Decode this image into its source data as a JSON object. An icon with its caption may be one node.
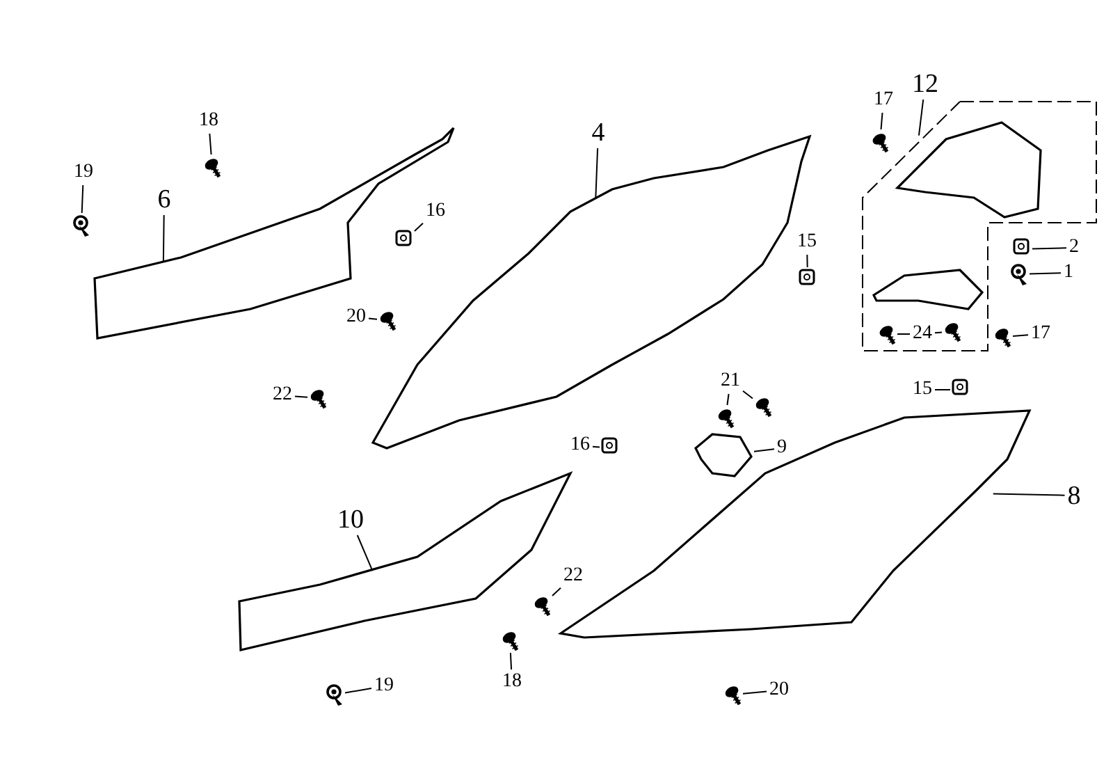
{
  "diagram": {
    "nodes": [
      {
        "text": [
          "12"
        ]
      },
      {
        "text": [
          "17"
        ]
      },
      {
        "text": [
          "18"
        ]
      },
      {
        "text": [
          "4"
        ]
      },
      {
        "text": [
          "19"
        ]
      },
      {
        "text": [
          "6"
        ]
      },
      {
        "text": [
          "16"
        ]
      },
      {
        "text": [
          "2"
        ]
      },
      {
        "text": [
          "15"
        ]
      },
      {
        "text": [
          "1"
        ]
      },
      {
        "text": [
          "20"
        ]
      },
      {
        "text": [
          "24"
        ],
        "in": 24
      },
      {
        "text": [
          "17"
        ]
      },
      {
        "text": [
          "22"
        ]
      },
      {
        "text": [
          "15"
        ]
      },
      {
        "text": [
          "21"
        ]
      },
      {
        "text": [
          "16"
        ]
      },
      {
        "text": [
          "9"
        ]
      },
      {
        "text": [
          "8"
        ]
      },
      {
        "text": [
          "10"
        ]
      },
      {
        "text": [
          "22"
        ]
      },
      {
        "text": [
          "18"
        ]
      },
      {
        "text": [
          "19"
        ]
      },
      {
        "text": [
          "20"
        ]
      },
      {
        "text": [],
        "shape": "box"
      },
      {
        "text": [],
        "shape": "picture",
        "in": 24
      },
      {
        "text": [],
        "shape": "picture",
        "in": 24
      },
      {
        "text": [],
        "shape": "picture",
        "in": 24
      },
      {
        "text": [],
        "shape": "picture",
        "in": 24
      },
      {
        "text": [],
        "shape": "picture"
      },
      {
        "text": [],
        "shape": "picture"
      },
      {
        "text": [],
        "shape": "picture"
      },
      {
        "text": [],
        "shape": "picture"
      },
      {
        "text": [],
        "shape": "picture"
      },
      {
        "text": [],
        "shape": "picture"
      },
      {
        "text": [],
        "shape": "picture"
      },
      {
        "text": [],
        "shape": "picture"
      },
      {
        "text": [],
        "shape": "picture"
      },
      {
        "text": [],
        "shape": "picture"
      },
      {
        "text": [],
        "shape": "picture"
      },
      {
        "text": [],
        "shape": "picture"
      },
      {
        "text": [],
        "shape": "picture"
      },
      {
        "text": [],
        "shape": "picture"
      },
      {
        "text": [],
        "shape": "picture"
      },
      {
        "text": [],
        "shape": "picture"
      },
      {
        "text": [],
        "shape": "picture"
      },
      {
        "text": [],
        "shape": "picture"
      },
      {
        "text": [],
        "shape": "picture"
      },
      {
        "text": [],
        "shape": "picture"
      },
      {
        "text": [],
        "shape": "picture"
      },
      {
        "text": [],
        "shape": "picture"
      },
      {
        "text": [],
        "shape": "picture"
      }
    ],
    "edges": [
      {
        "from": 0,
        "to": 24,
        "arrow": "none"
      },
      {
        "from": 1,
        "to": 29,
        "arrow": "none"
      },
      {
        "from": 2,
        "to": 30,
        "arrow": "none"
      },
      {
        "from": 3,
        "to": 33,
        "arrow": "none"
      },
      {
        "from": 4,
        "to": 31,
        "arrow": "none"
      },
      {
        "from": 5,
        "to": 32,
        "arrow": "none"
      },
      {
        "from": 6,
        "to": 34,
        "arrow": "none"
      },
      {
        "from": 7,
        "to": 35,
        "arrow": "none"
      },
      {
        "from": 8,
        "to": 36,
        "arrow": "none"
      },
      {
        "from": 9,
        "to": 37,
        "arrow": "none"
      },
      {
        "from": 10,
        "to": 38,
        "arrow": "none"
      },
      {
        "from": 11,
        "to": 27,
        "arrow": "none"
      },
      {
        "from": 11,
        "to": 28,
        "arrow": "none"
      },
      {
        "from": 12,
        "to": 39,
        "arrow": "none"
      },
      {
        "from": 13,
        "to": 40,
        "arrow": "none"
      },
      {
        "from": 14,
        "to": 41,
        "arrow": "none"
      },
      {
        "from": 15,
        "to": 42,
        "arrow": "none"
      },
      {
        "from": 15,
        "to": 43,
        "arrow": "none"
      },
      {
        "from": 16,
        "to": 44,
        "arrow": "none"
      },
      {
        "from": 17,
        "to": 45,
        "arrow": "none"
      },
      {
        "from": 18,
        "to": 46,
        "arrow": "none"
      },
      {
        "from": 19,
        "to": 47,
        "arrow": "none"
      },
      {
        "from": 20,
        "to": 48,
        "arrow": "none"
      },
      {
        "from": 21,
        "to": 49,
        "arrow": "none"
      },
      {
        "from": 22,
        "to": 50,
        "arrow": "none"
      },
      {
        "from": 23,
        "to": 51,
        "arrow": "none"
      }
    ]
  }
}
